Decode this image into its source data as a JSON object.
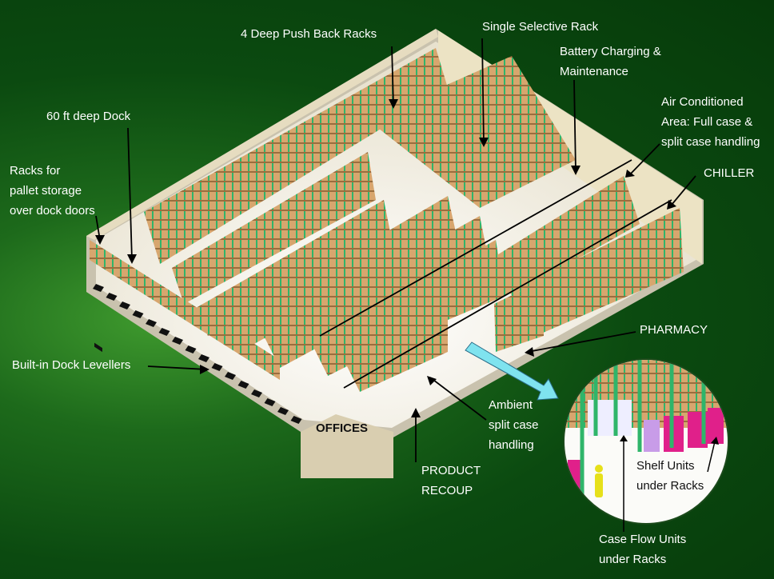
{
  "labels": {
    "push_back": "4 Deep Push Back Racks",
    "single_selective": "Single Selective Rack",
    "battery_1": "Battery Charging &",
    "battery_2": "Maintenance",
    "air_1": "Air Conditioned",
    "air_2": "Area: Full case &",
    "air_3": "split case handling",
    "chiller": "CHILLER",
    "dock": "60 ft deep Dock",
    "racks_over_1": "Racks for",
    "racks_over_2": "pallet storage",
    "racks_over_3": "over dock doors",
    "levellers": "Built-in Dock Levellers",
    "pharmacy": "PHARMACY",
    "ambient_1": "Ambient",
    "ambient_2": "split case",
    "ambient_3": "handling",
    "offices": "OFFICES",
    "recoup_1": "PRODUCT",
    "recoup_2": "RECOUP",
    "shelf_1": "Shelf Units",
    "shelf_2": "under Racks",
    "caseflow_1": "Case Flow Units",
    "caseflow_2": "under Racks"
  },
  "colors": {
    "background": "#0b4a10",
    "rack": "#2fb56a",
    "box": "#d7a66e",
    "floor": "#f4f1e6",
    "wall": "#e9dfc0",
    "callout_arrow": "#7fe3ef"
  }
}
